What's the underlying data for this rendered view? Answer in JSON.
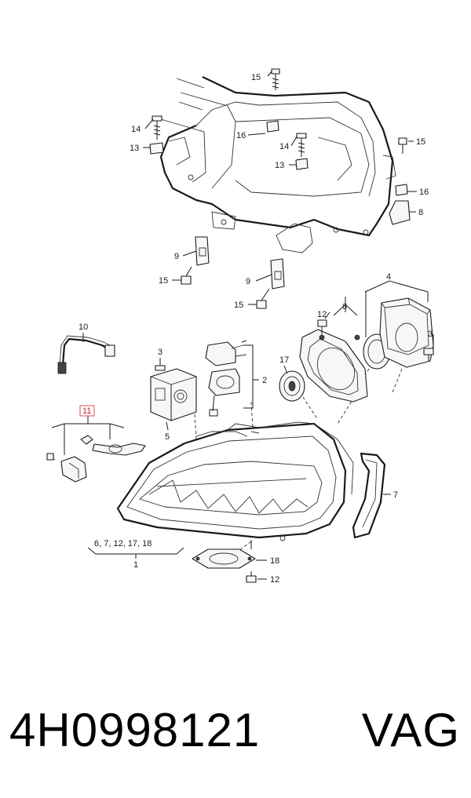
{
  "callouts": {
    "c15a": "15",
    "c14a": "14",
    "c13a": "13",
    "c16a": "16",
    "c14b": "14",
    "c13b": "13",
    "c15b": "15",
    "c16b": "16",
    "c8": "8",
    "c9a": "9",
    "c15c": "15",
    "c9b": "9",
    "c15d": "15",
    "c10": "10",
    "c3a": "3",
    "c5": "5",
    "c2": "2",
    "c17": "17",
    "c12a": "12",
    "c6": "6",
    "c4": "4",
    "c3b": "3",
    "c7": "7",
    "c11": "11",
    "c1": "1",
    "c1_group": "6, 7, 12, 17, 18",
    "c18": "18",
    "c12b": "12"
  },
  "footer": {
    "part_number": "4H0998121",
    "brand": "VAG"
  },
  "colors": {
    "line": "#1a1a1a",
    "highlight_box": "#d9534f"
  }
}
